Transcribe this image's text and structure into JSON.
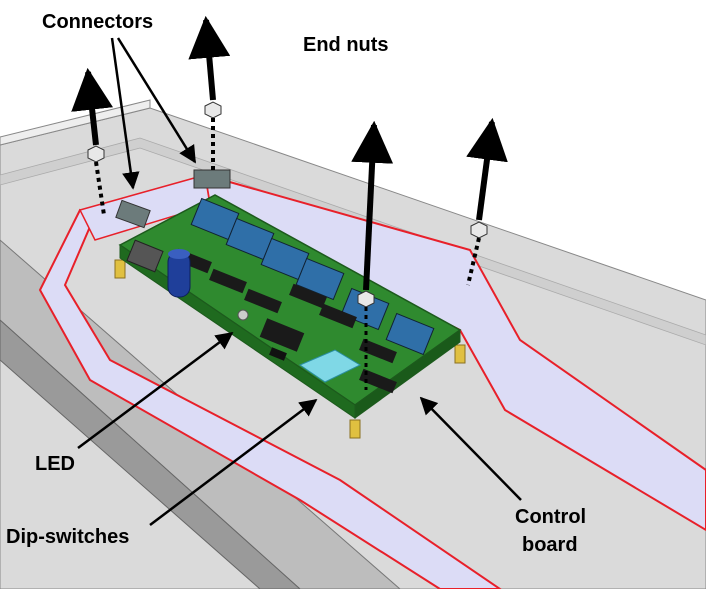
{
  "labels": {
    "connectors": "Connectors",
    "end_nuts": "End nuts",
    "led": "LED",
    "dip_switches": "Dip-switches",
    "control_line1": "Control",
    "control_line2": "board"
  },
  "colors": {
    "base": "#d6d6d6",
    "base_dark": "#9c9c9c",
    "channel": "#dcdcf6",
    "channel_edge": "#e8202a",
    "pcb": "#2f8a2f",
    "connector": "#2f6fa8",
    "chip": "#1a1a1a",
    "dip": "#7fd8e6",
    "capacitor": "#1f3f9a",
    "standoff": "#e0c040"
  },
  "icons": {
    "arrow": "arrow-icon",
    "nut": "hex-nut-icon"
  }
}
